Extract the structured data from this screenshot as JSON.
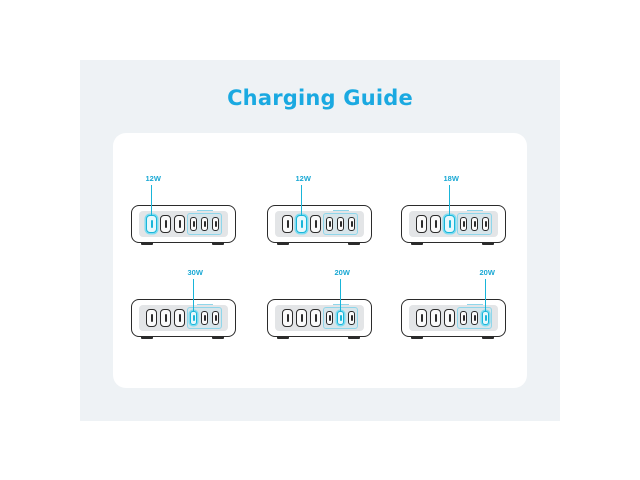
{
  "title": "Charging Guide",
  "accent_color": "#1aa9e1",
  "configs": [
    {
      "watt_label": "12W",
      "active_port": 1
    },
    {
      "watt_label": "12W",
      "active_port": 2
    },
    {
      "watt_label": "18W",
      "active_port": 3
    },
    {
      "watt_label": "30W",
      "active_port": 4
    },
    {
      "watt_label": "20W",
      "active_port": 5
    },
    {
      "watt_label": "20W",
      "active_port": 6
    }
  ]
}
